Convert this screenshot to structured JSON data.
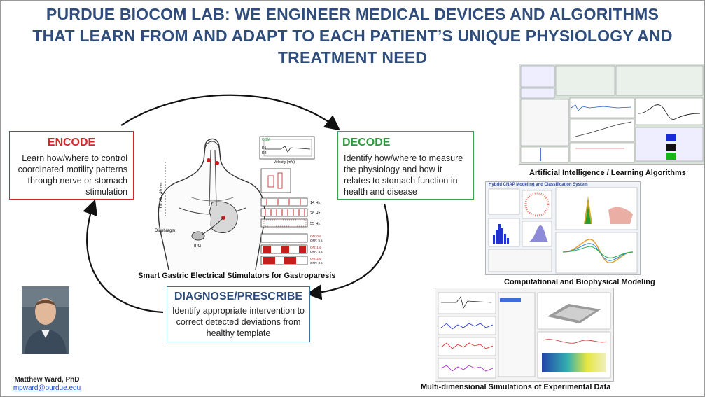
{
  "title": {
    "line1": "PURDUE BIOCOM LAB: WE ENGINEER MEDICAL DEVICES AND ALGORITHMS",
    "line2": "THAT LEARN FROM AND ADAPT TO EACH PATIENT’S UNIQUE PHYSIOLOGY AND",
    "line3": "TREATMENT NEED"
  },
  "encode": {
    "heading": "ENCODE",
    "text": "Learn how/where to control coordinated motility patterns through nerve or stomach stimulation",
    "color": "#d22a2a"
  },
  "decode": {
    "heading": "DECODE",
    "text": "Identify how/where to measure the physiology and how it relates to stomach function in health and disease",
    "color": "#2e9a3e"
  },
  "diagnose": {
    "heading": "DIAGNOSE/PRESCRIBE",
    "text": "Identify appropriate intervention to correct detected deviations from healthy template",
    "color": "#2f4d7c"
  },
  "center_figure": {
    "caption": "Smart Gastric Electrical Stimulators for Gastroparesis",
    "label_com": "COM",
    "label_r1": "R1",
    "label_r2": "R2",
    "label_velocity": "Velocity (m/s)",
    "label_distance": "d = 29 - 49 cm",
    "label_diaphragm": "Diaphragm",
    "label_ipg": "IPG",
    "freq_1": "14 Hz",
    "freq_2": "28 Hz",
    "freq_3": "55 Hz",
    "on_off_1a": "ON: 0 s",
    "on_off_1b": "OFF: 5 s",
    "on_off_2a": "ON: 1 s",
    "on_off_2b": "OFF: 4 s",
    "on_off_3a": "ON: 2 s",
    "on_off_3b": "OFF: 3 s"
  },
  "panels": {
    "ai": {
      "caption": "Artificial Intelligence / Learning Algorithms"
    },
    "modeling": {
      "caption": "Computational and Biophysical Modeling",
      "inner_title": "Hybrid CNAP Modeling and Classification System"
    },
    "sims": {
      "caption": "Multi-dimensional Simulations of Experimental Data"
    }
  },
  "person": {
    "name": "Matthew Ward, PhD",
    "email": "mpward@purdue.edu"
  }
}
